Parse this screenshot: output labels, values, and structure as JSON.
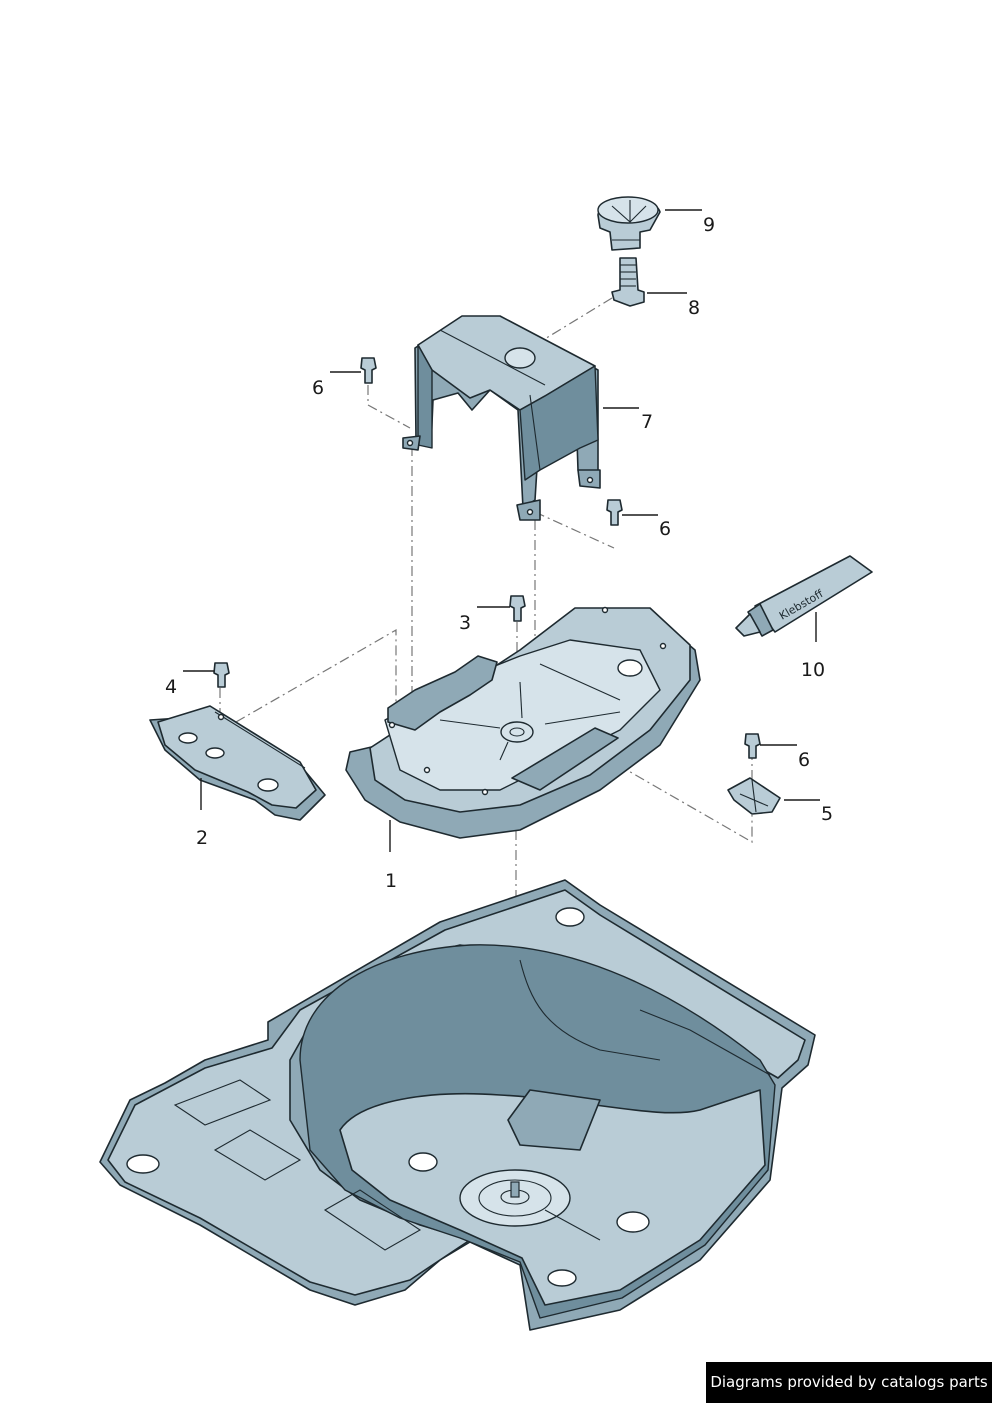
{
  "callouts": [
    {
      "id": "1",
      "text": "1"
    },
    {
      "id": "2",
      "text": "2"
    },
    {
      "id": "3",
      "text": "3"
    },
    {
      "id": "4",
      "text": "4"
    },
    {
      "id": "5",
      "text": "5"
    },
    {
      "id": "6a",
      "text": "6"
    },
    {
      "id": "6b",
      "text": "6"
    },
    {
      "id": "6c",
      "text": "6"
    },
    {
      "id": "7",
      "text": "7"
    },
    {
      "id": "8",
      "text": "8"
    },
    {
      "id": "9",
      "text": "9"
    },
    {
      "id": "10",
      "text": "10"
    }
  ],
  "tube_label": "Klebstoff",
  "footer": {
    "text": "Diagrams provided by catalogs parts"
  },
  "colors": {
    "part_fill": "#b9ccd6",
    "part_shade": "#8fa9b6",
    "outline": "#1e2a30",
    "footer_bg": "#000000"
  }
}
